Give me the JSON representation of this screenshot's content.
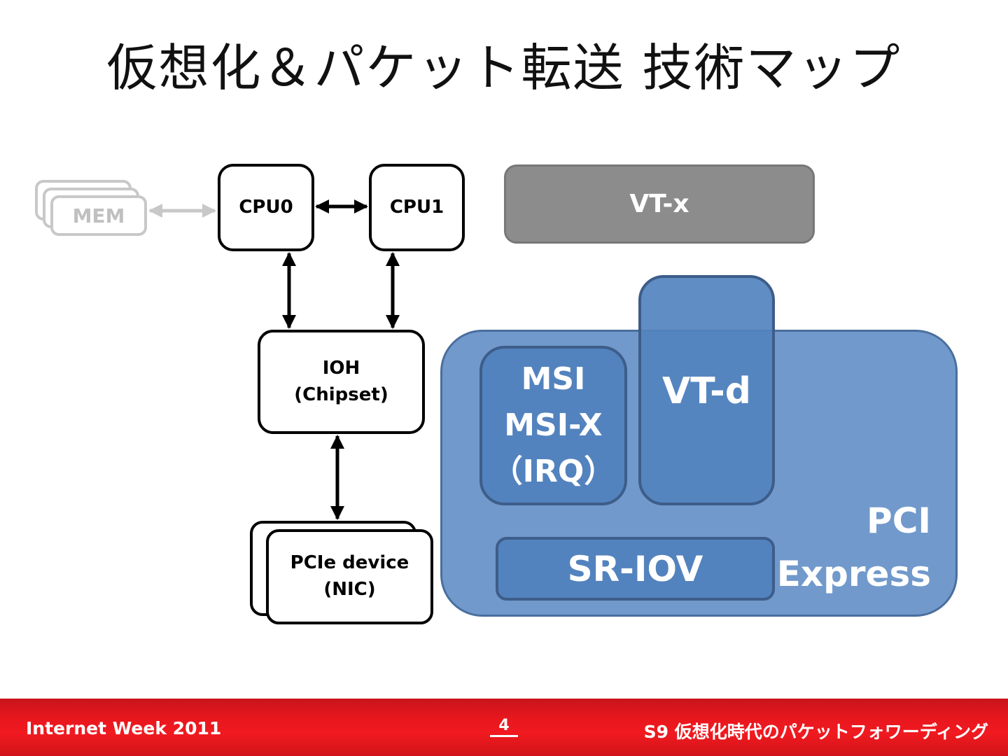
{
  "title": "仮想化＆パケット転送 技術マップ",
  "diagram": {
    "mem": "MEM",
    "cpu0": "CPU0",
    "cpu1": "CPU1",
    "ioh": [
      "IOH",
      "(Chipset)"
    ],
    "pcie_device": [
      "PCIe device",
      "(NIC)"
    ],
    "vt_x": "VT-x",
    "vt_d": "VT-d",
    "msi": [
      "MSI",
      "MSI-X",
      "（IRQ）"
    ],
    "sr_iov": "SR-IOV",
    "pci_express": [
      "PCI",
      "Express"
    ]
  },
  "footer": {
    "left": "Internet Week 2011",
    "page": "4",
    "right": "S9 仮想化時代のパケットフォワーディング"
  },
  "colors": {
    "pci_express_bg": "#7199cb",
    "inner_blue": "#5383be",
    "vt_x_bg": "#8c8c8c",
    "footer_red": "#e8171e"
  }
}
